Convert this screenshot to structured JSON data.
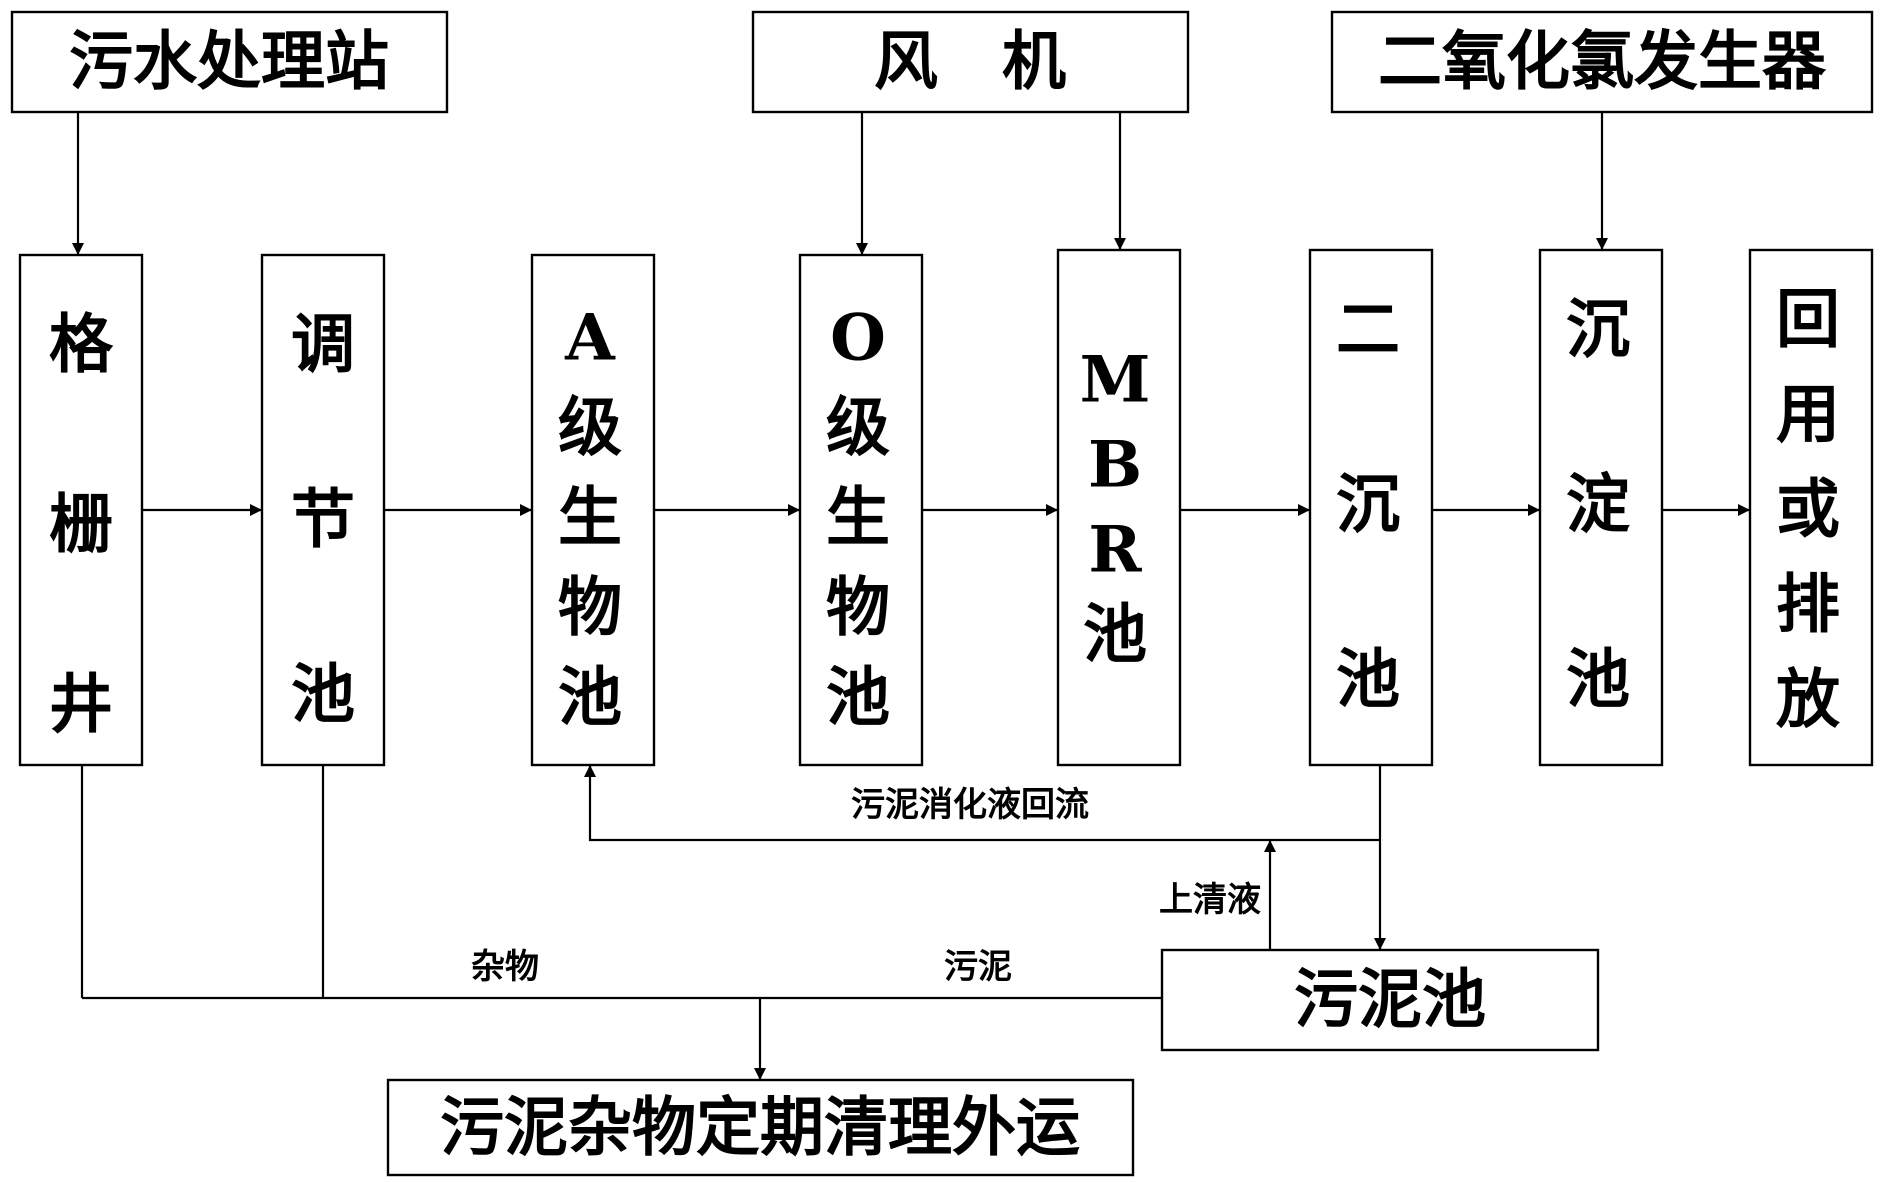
{
  "top_boxes": {
    "station": "污水处理站",
    "blower": "风　机",
    "chlorine": "二氧化氯发生器"
  },
  "process_units": [
    {
      "id": "grid-well",
      "label": "格栅井"
    },
    {
      "id": "adjust-tank",
      "label": "调节池"
    },
    {
      "id": "a-bio-tank",
      "label": "A级生物池"
    },
    {
      "id": "o-bio-tank",
      "label": "O级生物池"
    },
    {
      "id": "mbr-tank",
      "label": "MBR池"
    },
    {
      "id": "secondary-clarifier",
      "label": "二沉池"
    },
    {
      "id": "settling-tank",
      "label": "沉淀池"
    },
    {
      "id": "reuse-discharge",
      "label": "回用或排放"
    }
  ],
  "sludge_tank": "污泥池",
  "disposal": "污泥杂物定期清理外运",
  "flow_labels": {
    "digest_return": "污泥消化液回流",
    "supernatant": "上清液",
    "debris": "杂物",
    "sludge": "污泥"
  }
}
